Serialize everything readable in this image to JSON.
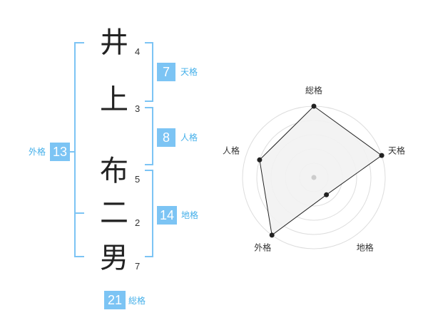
{
  "characters": [
    {
      "char": "井",
      "strokes": "4"
    },
    {
      "char": "上",
      "strokes": "3"
    },
    {
      "char": "布",
      "strokes": "5"
    },
    {
      "char": "二",
      "strokes": "2"
    },
    {
      "char": "男",
      "strokes": "7"
    }
  ],
  "fortunes": {
    "tenkaku": {
      "value": "7",
      "label": "天格"
    },
    "jinkaku": {
      "value": "8",
      "label": "人格"
    },
    "chikaku": {
      "value": "14",
      "label": "地格"
    },
    "gaikaku": {
      "value": "13",
      "label": "外格"
    },
    "soukaku": {
      "value": "21",
      "label": "総格"
    }
  },
  "colors": {
    "accent": "#7cc4f4",
    "label_text": "#45b0ea",
    "radar_fill": "#f2f2f2",
    "radar_line": "#222222",
    "ring": "#dddddd"
  },
  "chart_data": {
    "type": "radar",
    "axes": [
      "総格",
      "天格",
      "地格",
      "外格",
      "人格"
    ],
    "values": [
      5,
      5,
      1.5,
      5,
      4
    ],
    "range": [
      0,
      5
    ],
    "rings": 5,
    "grid": true
  }
}
